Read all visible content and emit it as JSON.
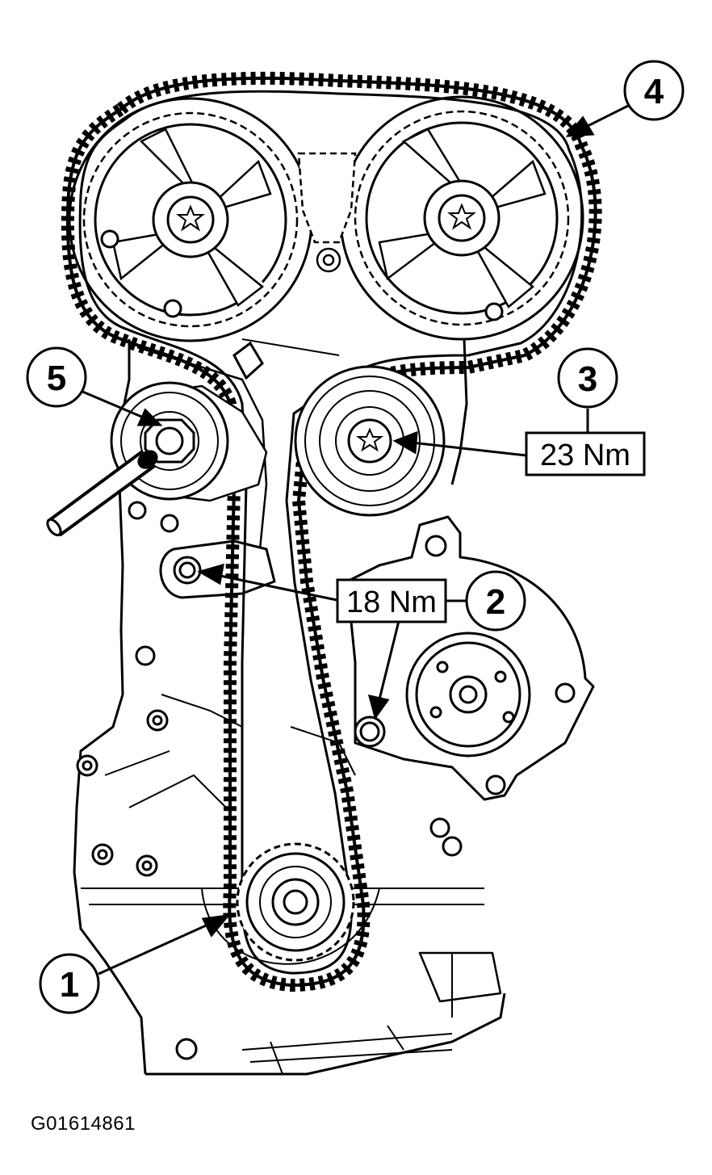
{
  "figure_code": "G01614861",
  "callouts": [
    {
      "number": "1"
    },
    {
      "number": "2",
      "torque": "18 Nm"
    },
    {
      "number": "3",
      "torque": "23 Nm"
    },
    {
      "number": "4"
    },
    {
      "number": "5"
    }
  ],
  "colors": {
    "ink": "#000000",
    "paper": "#ffffff"
  }
}
